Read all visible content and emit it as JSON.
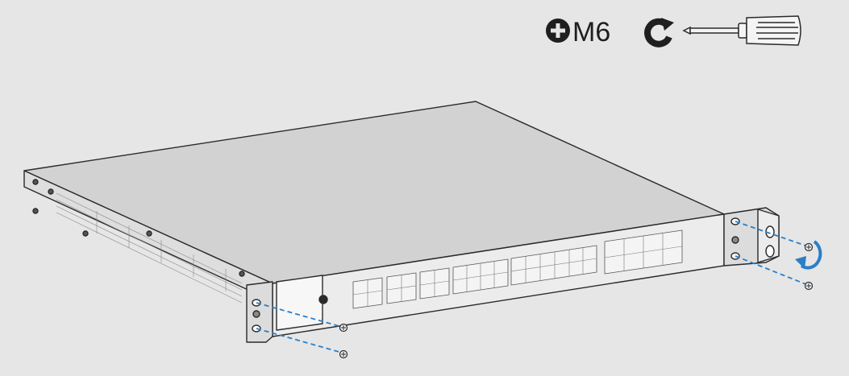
{
  "instruction": {
    "screw_size": "M6",
    "screw_head": "phillips-plus-icon",
    "rotation": "clockwise-arrow-icon",
    "tool": "screwdriver-icon"
  },
  "device": {
    "name_icon": "rack-switch-icon",
    "sfp_port_groups": 6,
    "rj45_ports": 8
  },
  "colors": {
    "background": "#e6e6e6",
    "outline": "#2a2a2a",
    "chassis_top": "#d2d2d2",
    "chassis_front": "#ececec",
    "screw_guide": "#2a7fc8",
    "rotate_arrow": "#2a7fc8"
  }
}
